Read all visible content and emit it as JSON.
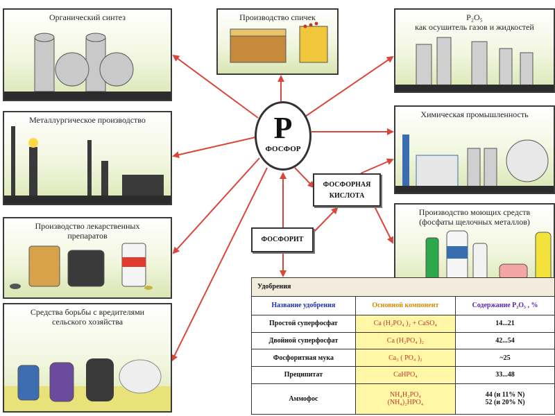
{
  "center": {
    "symbol": "P",
    "name": "ФОСФОР"
  },
  "boxes": {
    "acid_line1": "ФОСФОРНАЯ",
    "acid_line2": "КИСЛОТА",
    "phosphorite": "ФОСФОРИТ"
  },
  "panels": {
    "organic": "Органический синтез",
    "metallurgy": "Металлургическое производство",
    "medicine_line1": "Производство лекарственных",
    "medicine_line2": "препаратов",
    "pest_line1": "Средства борьбы с вредителями",
    "pest_line2": "сельского хозяйства",
    "matches": "Производство спичек",
    "p2o5_formula": "P₂O₅",
    "p2o5_text": "как осушитель газов и жидкостей",
    "chemical": "Химическая промышленность",
    "detergent_line1": "Производство моющих средств",
    "detergent_line2": "(фосфаты щелочных металлов)"
  },
  "fertilizers": {
    "title": "Удобрения",
    "headers": [
      "Название удобрения",
      "Основной компонент",
      "Содержание P₂O₅ , %"
    ],
    "rows": [
      {
        "name": "Простой суперфосфат",
        "component": "Ca (H₂PO₄ )₂ + CaSO₄",
        "content": "14...21"
      },
      {
        "name": "Двойной суперфосфат",
        "component": "Ca (H₂PO₄ )₂",
        "content": "42...54"
      },
      {
        "name": "Фосфоритная мука",
        "component": "Ca₃ ( PO₄ )₂",
        "content": "~25"
      },
      {
        "name": "Преципитат",
        "component": "CaHPO₄",
        "content": "33...48"
      }
    ],
    "ammophos": {
      "name": "Аммофос",
      "component1": "NH₄H₂PO₄",
      "component2": "(NH₄)₂HPO₄",
      "content1": "44 (и 11% N)",
      "content2": "52 (и 20% N)"
    }
  },
  "colors": {
    "arrow": "#d9463a",
    "panel_bg": "#e4edc4",
    "component_bg": "#fff6a6",
    "header_blue": "#1f2fae"
  }
}
